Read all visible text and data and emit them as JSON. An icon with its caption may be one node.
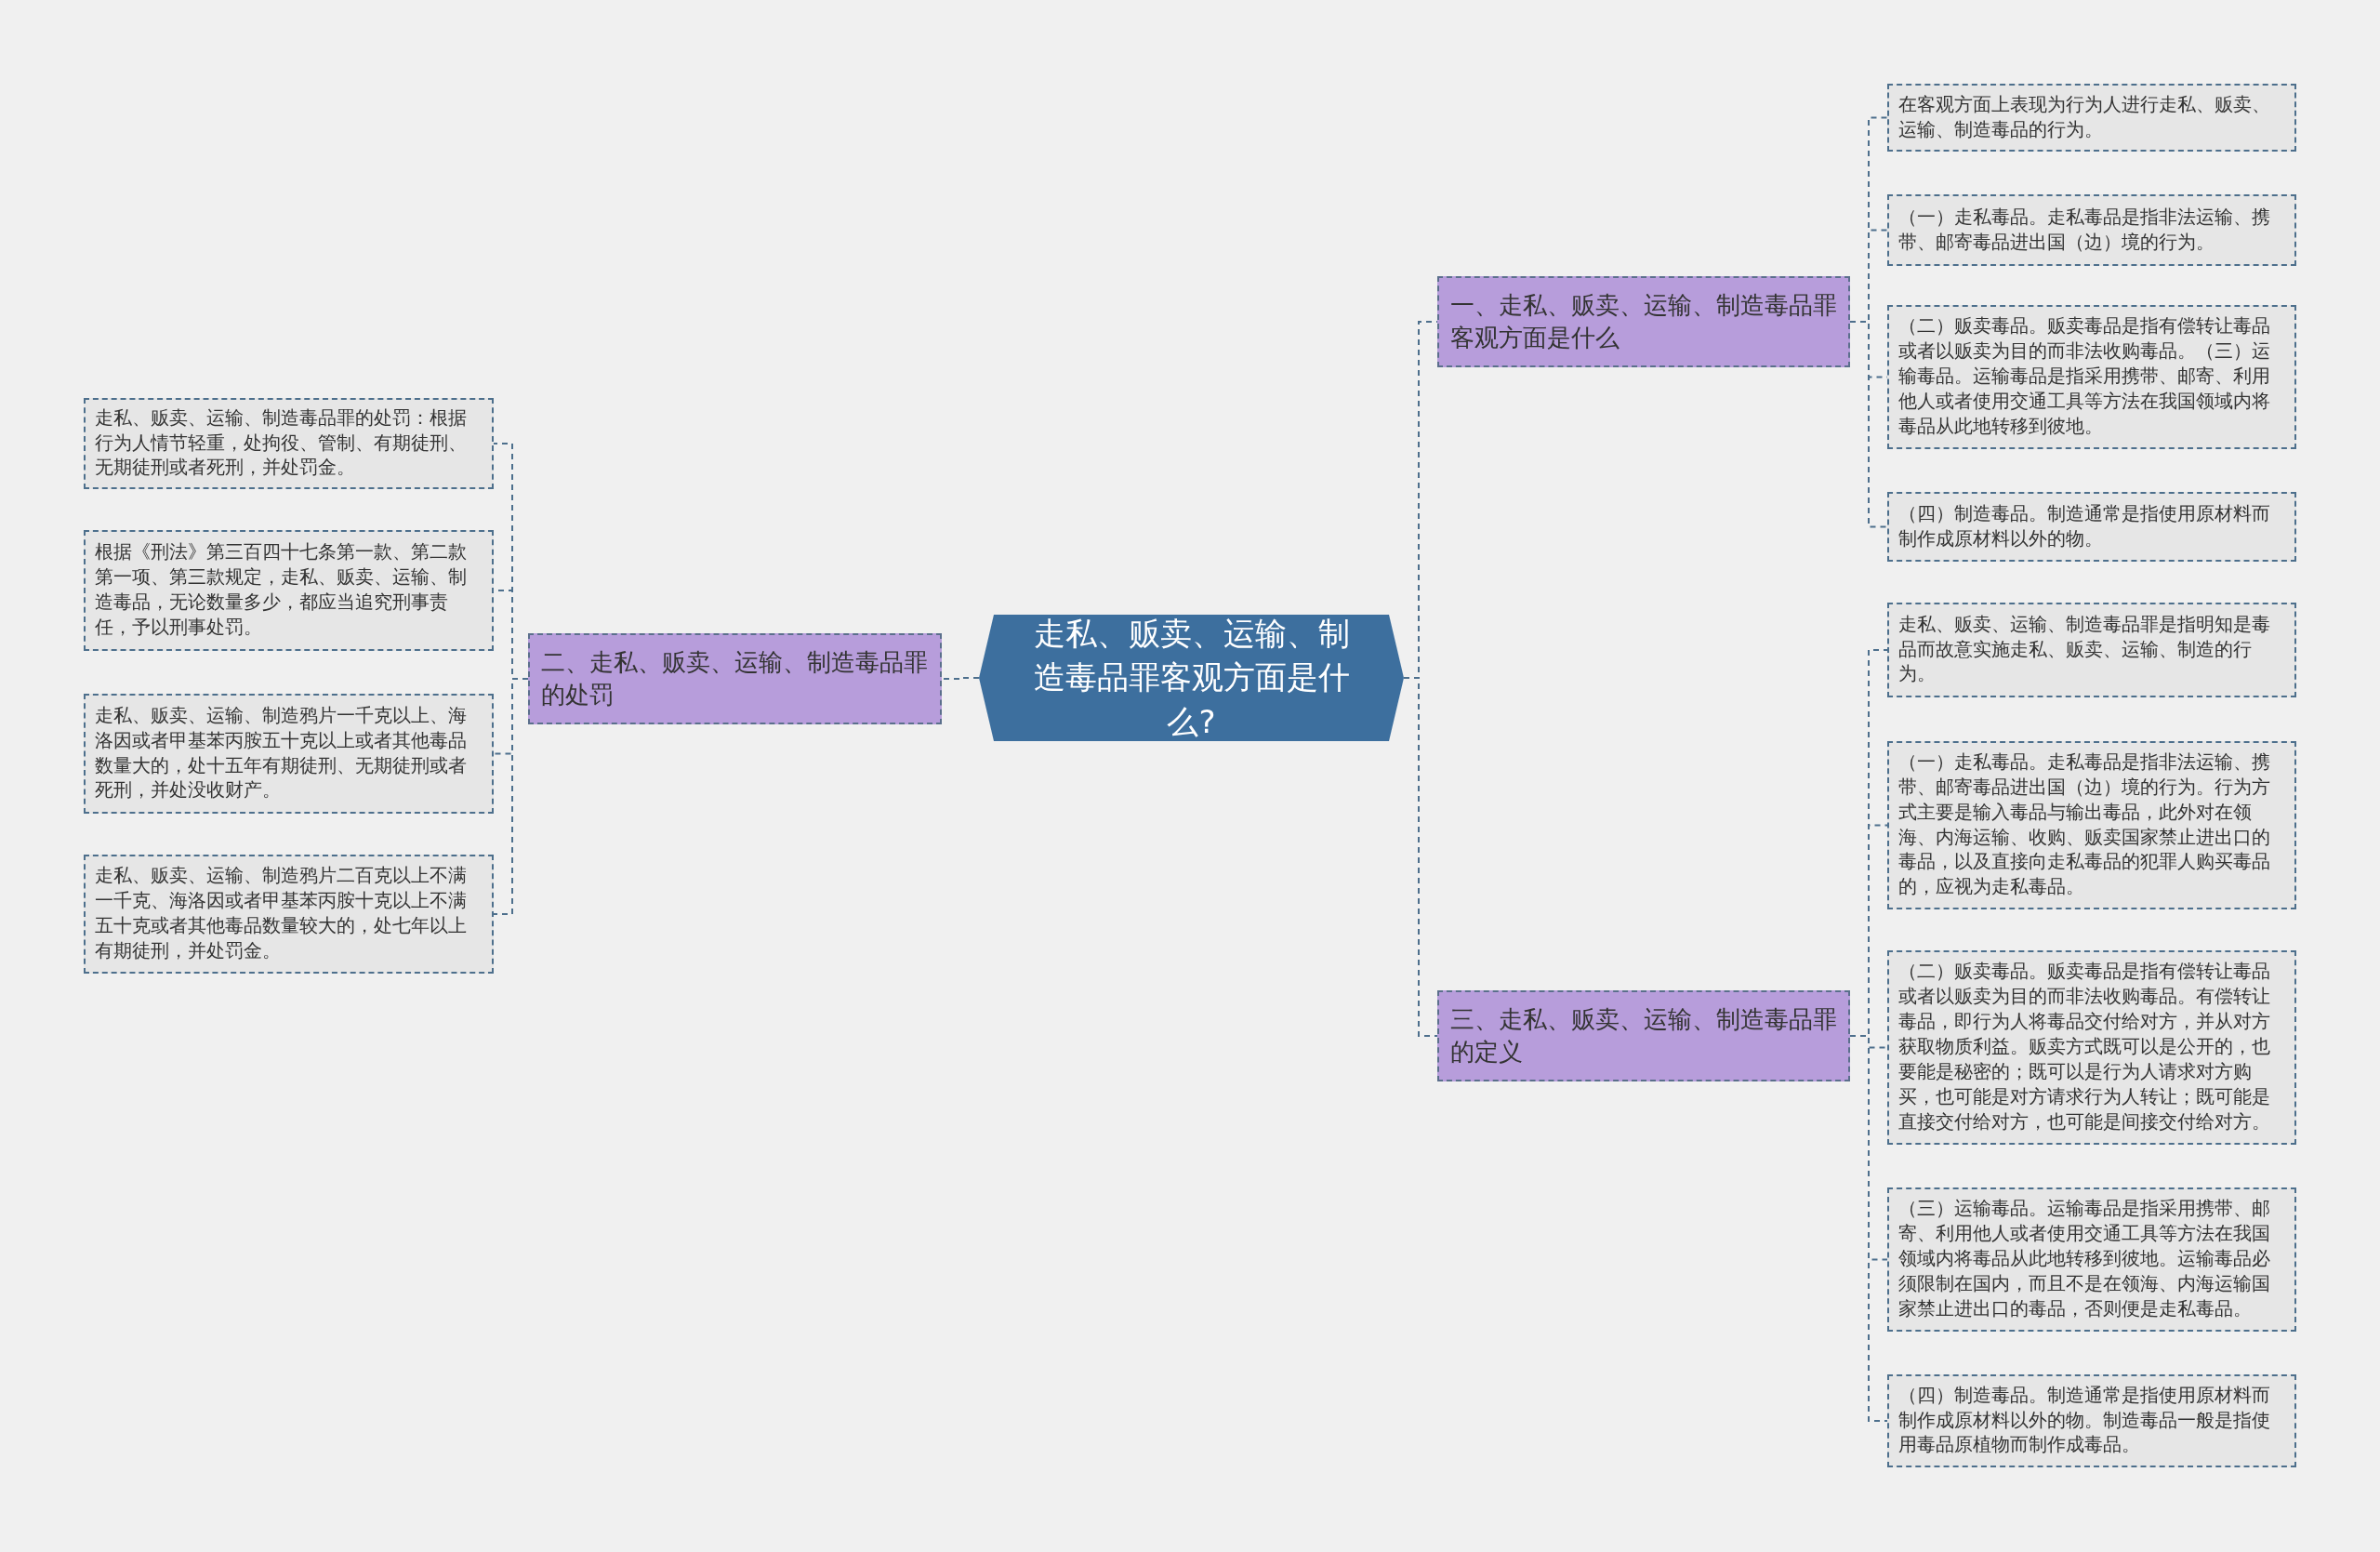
{
  "diagram": {
    "nodes": [
      {
        "text": [
          "走私、贩卖、运输、制造毒品罪客观方面是什么?"
        ]
      },
      {
        "text": [
          "一、走私、贩卖、运输、制造毒品罪客观方面是什么"
        ]
      },
      {
        "text": [
          "在客观方面上表现为行为人进行走私、贩卖、运输、制造毒品的行为。"
        ]
      },
      {
        "text": [
          "（一）走私毒品。走私毒品是指非法运输、携带、邮寄毒品进出国（边）境的行为。"
        ]
      },
      {
        "text": [
          "（二）贩卖毒品。贩卖毒品是指有偿转让毒品或者以贩卖为目的而非法收购毒品。（三）运输毒品。运输毒品是指采用携带、邮寄、利用他人或者使用交通工具等方法在我国领域内将毒品从此地转移到彼地。"
        ]
      },
      {
        "text": [
          "（四）制造毒品。制造通常是指使用原材料而制作成原材料以外的物。"
        ]
      },
      {
        "text": [
          "二、走私、贩卖、运输、制造毒品罪的处罚"
        ]
      },
      {
        "text": [
          "走私、贩卖、运输、制造毒品罪的处罚：根据行为人情节轻重，处拘役、管制、有期徒刑、无期徒刑或者死刑，并处罚金。"
        ]
      },
      {
        "text": [
          "根据《刑法》第三百四十七条第一款、第二款第一项、第三款规定，走私、贩卖、运输、制造毒品，无论数量多少，都应当追究刑事责任，予以刑事处罚。"
        ]
      },
      {
        "text": [
          "走私、贩卖、运输、制造鸦片一千克以上、海洛因或者甲基苯丙胺五十克以上或者其他毒品数量大的，处十五年有期徒刑、无期徒刑或者死刑，并处没收财产。"
        ]
      },
      {
        "text": [
          "走私、贩卖、运输、制造鸦片二百克以上不满一千克、海洛因或者甲基苯丙胺十克以上不满五十克或者其他毒品数量较大的，处七年以上有期徒刑，并处罚金。"
        ]
      },
      {
        "text": [
          "三、走私、贩卖、运输、制造毒品罪的定义"
        ]
      },
      {
        "text": [
          "走私、贩卖、运输、制造毒品罪是指明知是毒品而故意实施走私、贩卖、运输、制造的行为。"
        ]
      },
      {
        "text": [
          "（一）走私毒品。走私毒品是指非法运输、携带、邮寄毒品进出国（边）境的行为。行为方式主要是输入毒品与输出毒品，此外对在领海、内海运输、收购、贩卖国家禁止进出口的毒品，以及直接向走私毒品的犯罪人购买毒品的，应视为走私毒品。"
        ]
      },
      {
        "text": [
          "（二）贩卖毒品。贩卖毒品是指有偿转让毒品或者以贩卖为目的而非法收购毒品。有偿转让毒品，即行为人将毒品交付给对方，并从对方获取物质利益。贩卖方式既可以是公开的，也要能是秘密的；既可以是行为人请求对方购买，也可能是对方请求行为人转让；既可能是直接交付给对方，也可能是间接交付给对方。"
        ]
      },
      {
        "text": [
          "（三）运输毒品。运输毒品是指采用携带、邮寄、利用他人或者使用交通工具等方法在我国领域内将毒品从此地转移到彼地。运输毒品必须限制在国内，而且不是在领海、内海运输国家禁止进出口的毒品，否则便是走私毒品。"
        ]
      },
      {
        "text": [
          "（四）制造毒品。制造通常是指使用原材料而制作成原材料以外的物。制造毒品一般是指使用毒品原植物而制作成毒品。"
        ]
      }
    ],
    "edges": [
      {
        "from": 0,
        "to": 1,
        "arrow": "none"
      },
      {
        "from": 1,
        "to": 2,
        "arrow": "none"
      },
      {
        "from": 1,
        "to": 3,
        "arrow": "none"
      },
      {
        "from": 1,
        "to": 4,
        "arrow": "none"
      },
      {
        "from": 1,
        "to": 5,
        "arrow": "none"
      },
      {
        "from": 0,
        "to": 6,
        "arrow": "none"
      },
      {
        "from": 6,
        "to": 7,
        "arrow": "none"
      },
      {
        "from": 6,
        "to": 8,
        "arrow": "none"
      },
      {
        "from": 6,
        "to": 9,
        "arrow": "none"
      },
      {
        "from": 6,
        "to": 10,
        "arrow": "none"
      },
      {
        "from": 0,
        "to": 11,
        "arrow": "none"
      },
      {
        "from": 11,
        "to": 12,
        "arrow": "none"
      },
      {
        "from": 11,
        "to": 13,
        "arrow": "none"
      },
      {
        "from": 11,
        "to": 14,
        "arrow": "none"
      },
      {
        "from": 11,
        "to": 15,
        "arrow": "none"
      },
      {
        "from": 11,
        "to": 16,
        "arrow": "none"
      }
    ]
  }
}
